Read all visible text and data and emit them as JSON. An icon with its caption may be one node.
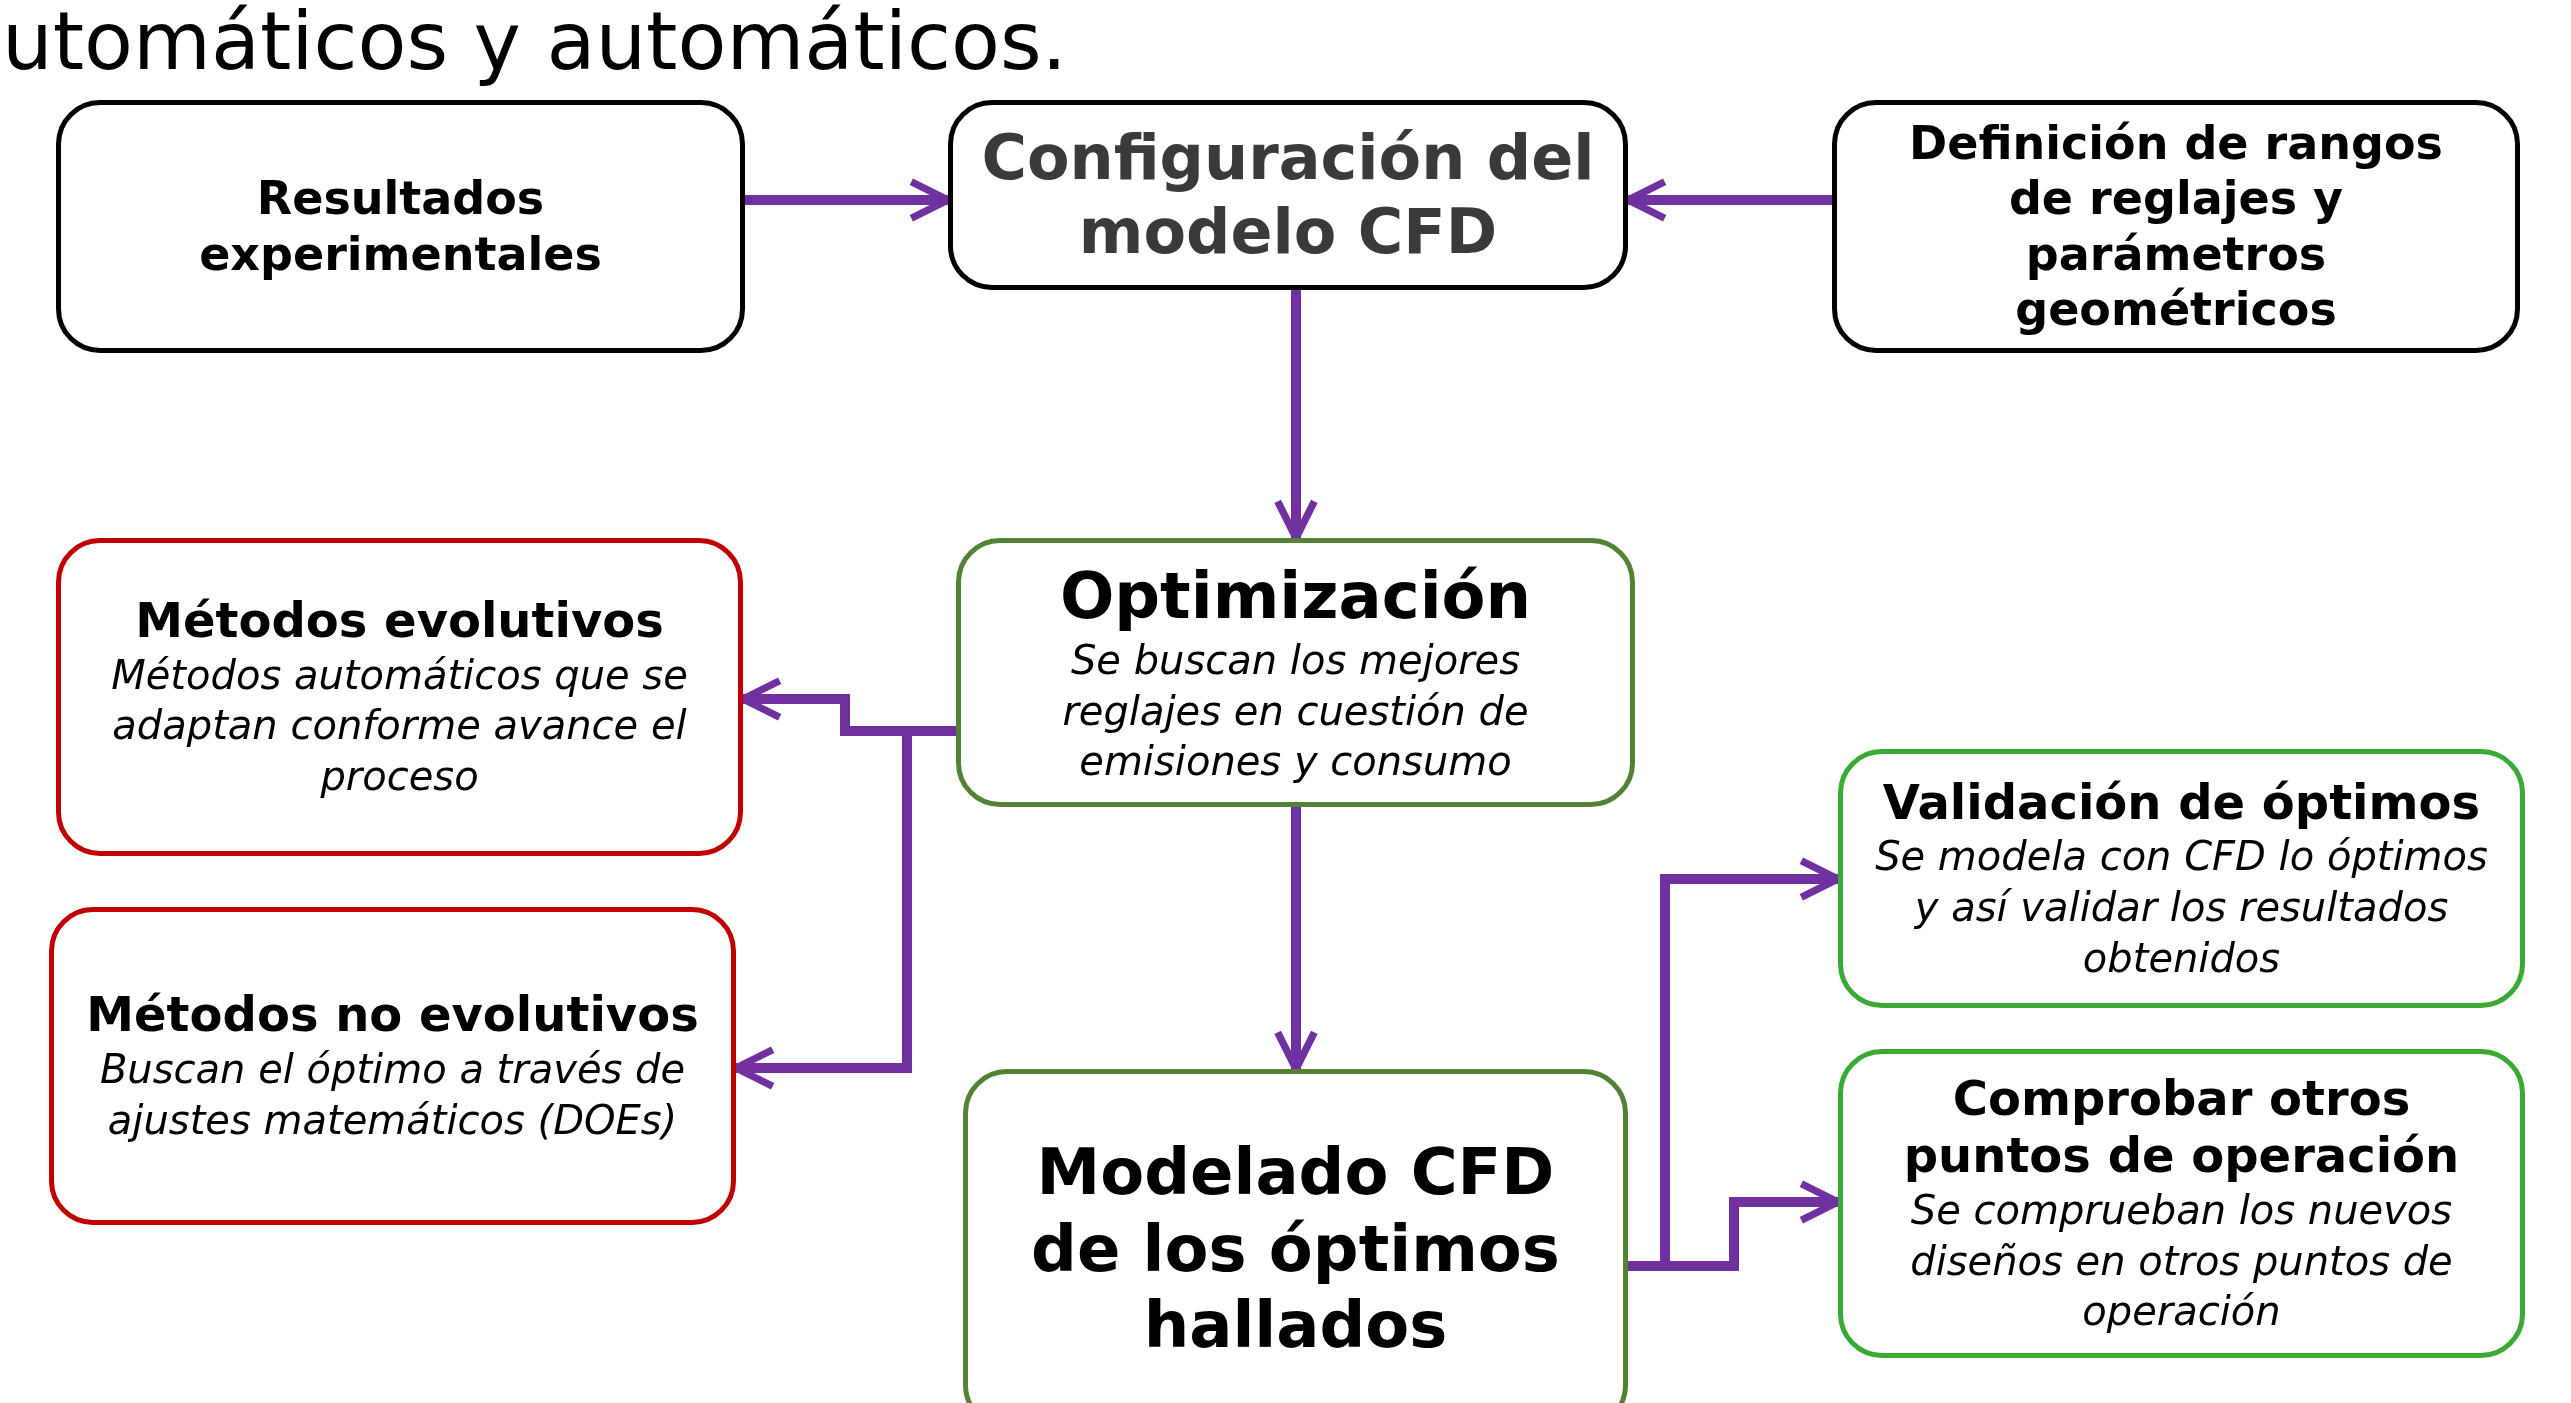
{
  "diagram": {
    "nodes": [
      {
        "text": [
          "Resultados experimentales"
        ]
      },
      {
        "text": [
          "Configuración del modelo CFD"
        ]
      },
      {
        "text": [
          "Definición de rangos de reglajes y parámetros geométricos"
        ]
      },
      {
        "text": [
          "Optimización",
          "Se buscan los mejores reglajes en cuestión de emisiones y consumo"
        ]
      },
      {
        "text": [
          "Métodos evolutivos",
          "Métodos automáticos que se adaptan conforme avance el proceso"
        ]
      },
      {
        "text": [
          "Métodos no evolutivos",
          "Buscan el óptimo a través de ajustes matemáticos (DOEs)"
        ]
      },
      {
        "text": [
          "Modelado CFD de los óptimos hallados"
        ]
      },
      {
        "text": [
          "Validación de óptimos",
          "Se modela con CFD lo óptimos y así validar los resultados obtenidos"
        ]
      },
      {
        "text": [
          "Comprobar otros puntos de operación",
          "Se comprueban los nuevos diseños en otros puntos de operación"
        ]
      }
    ],
    "edges": [
      {
        "from": 0,
        "to": 1,
        "arrow": "to"
      },
      {
        "from": 2,
        "to": 1,
        "arrow": "to"
      },
      {
        "from": 1,
        "to": 3,
        "arrow": "to"
      },
      {
        "from": 3,
        "to": 4,
        "arrow": "to"
      },
      {
        "from": 3,
        "to": 5,
        "arrow": "to"
      },
      {
        "from": 3,
        "to": 6,
        "arrow": "to"
      },
      {
        "from": 6,
        "to": 7,
        "arrow": "to"
      },
      {
        "from": 6,
        "to": 8,
        "arrow": "to"
      }
    ],
    "labels": [
      "utomáticos y automáticos."
    ]
  }
}
